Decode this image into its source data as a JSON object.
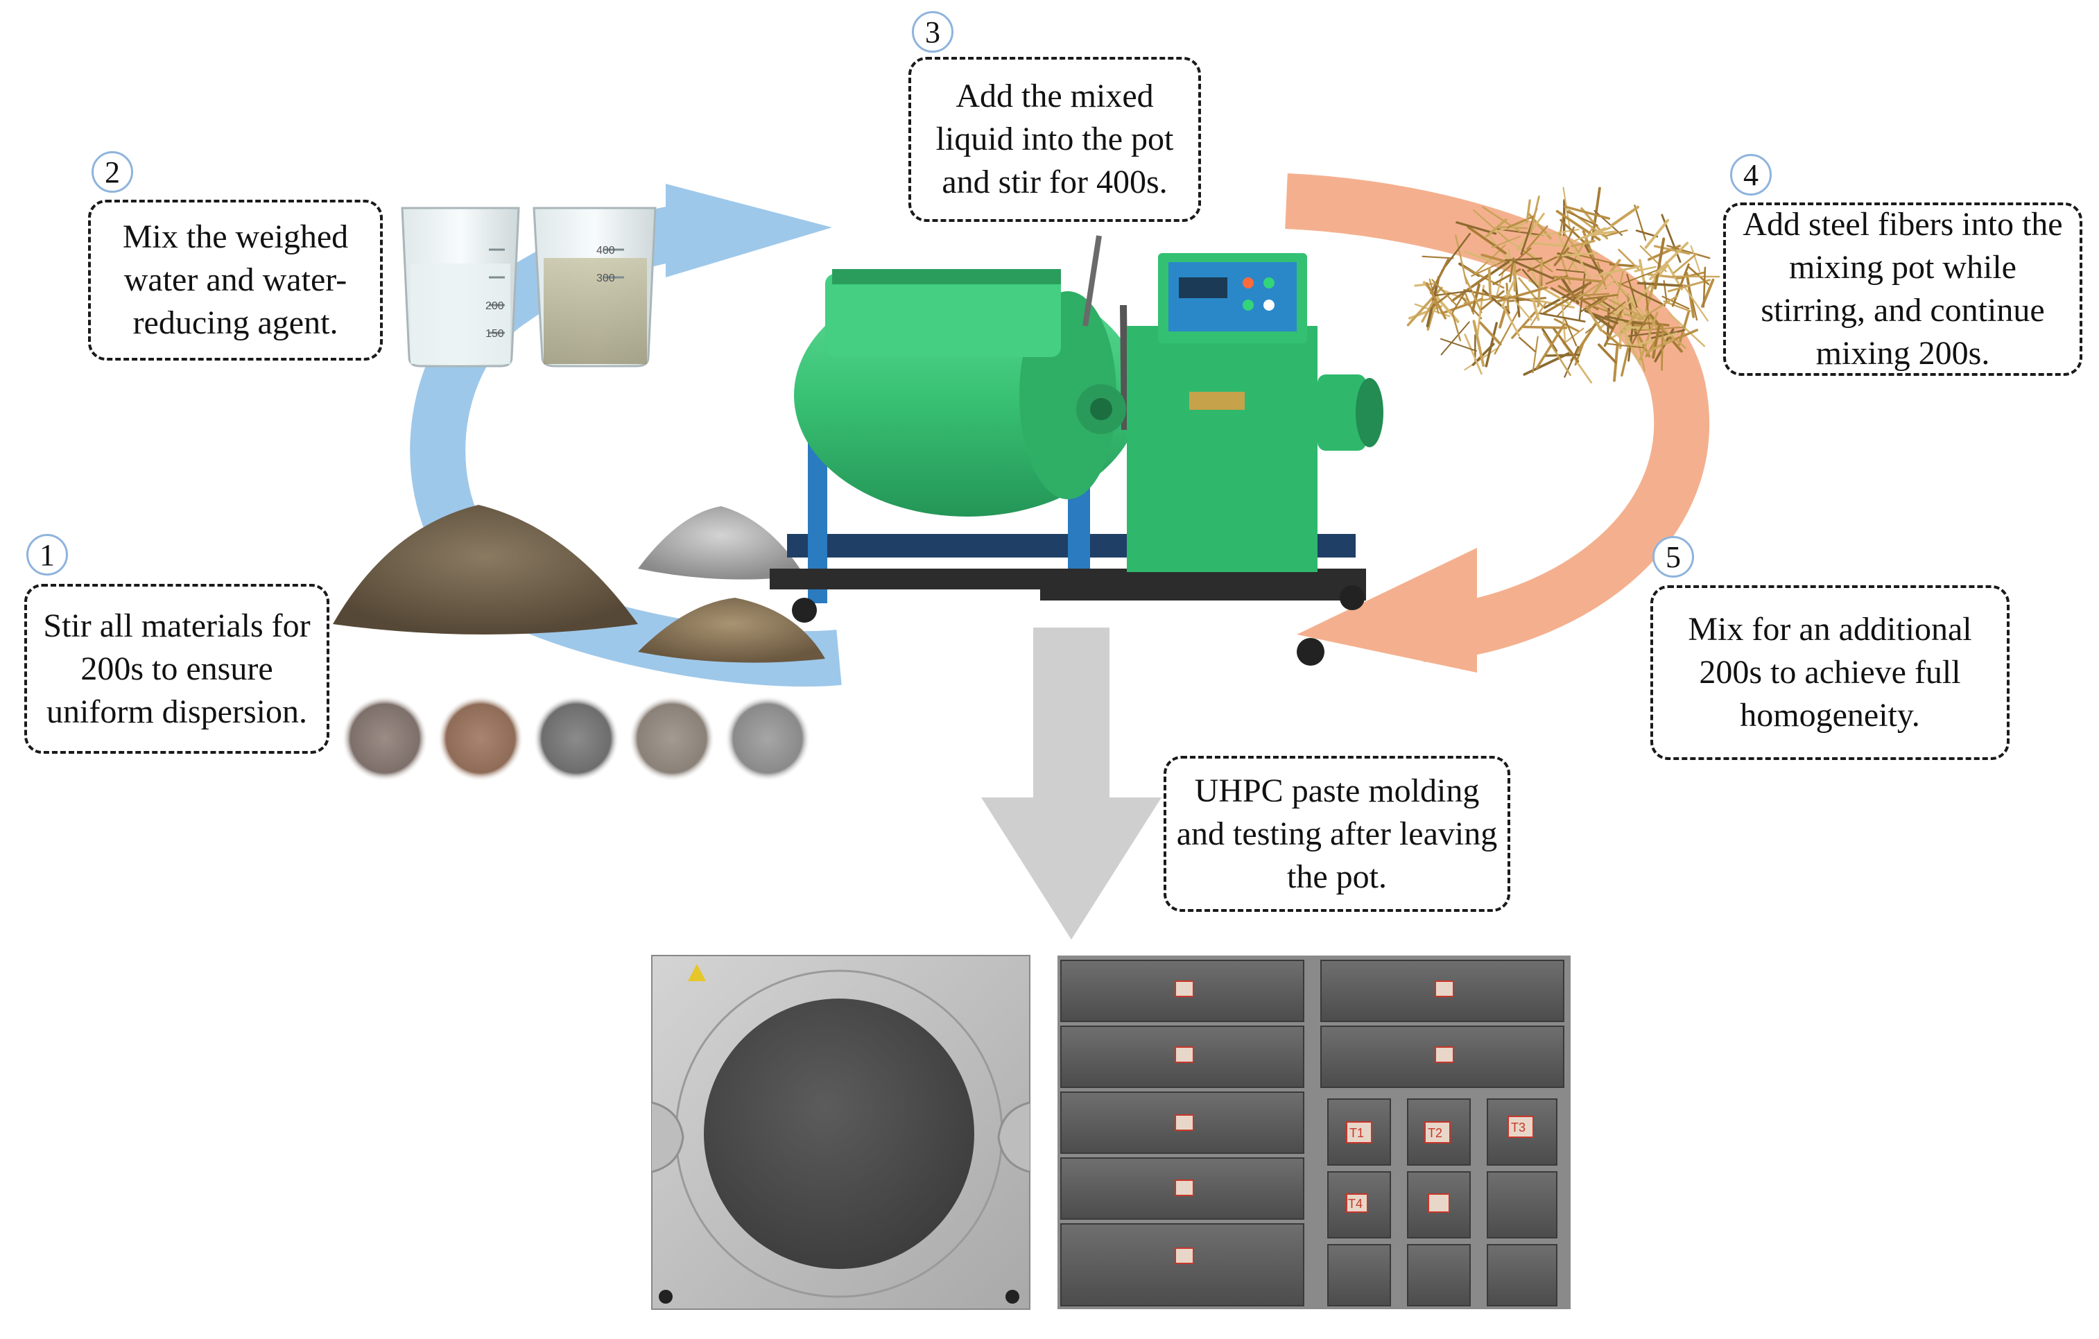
{
  "colors": {
    "blue_arrow": "#9ec8ea",
    "orange_arrow": "#f4b08e",
    "gray_arrow": "#cfcfcf",
    "mixer_green": "#3ec57a",
    "frame_blue": "#2a7bbf",
    "box_border": "#1a1a1a",
    "number_circle": "#8fb4dc"
  },
  "steps": [
    {
      "number": "1",
      "text": "Stir all materials for 200s to ensure uniform dispersion."
    },
    {
      "number": "2",
      "text": "Mix the weighed water and water-reducing agent."
    },
    {
      "number": "3",
      "text": "Add the mixed liquid into the pot and stir for 400s."
    },
    {
      "number": "4",
      "text": "Add steel fibers into the mixing pot while stirring, and continue mixing 200s."
    },
    {
      "number": "5",
      "text": "Mix for an additional 200s to achieve full homogeneity."
    }
  ],
  "final_step": {
    "text": "UHPC paste molding and testing after leaving the pot."
  },
  "photos": {
    "beaker_labels": [
      "400",
      "300",
      "200",
      "150"
    ],
    "specimen_labels": [
      "T1",
      "T2",
      "T3",
      "T4"
    ]
  },
  "icons": {
    "mixer": "concrete-mixer-icon",
    "beakers": "beaker-icon",
    "powders": "powder-pile-icon",
    "fibers": "steel-fiber-icon",
    "flow_test": "flow-table-icon",
    "specimens": "specimen-block-icon"
  }
}
